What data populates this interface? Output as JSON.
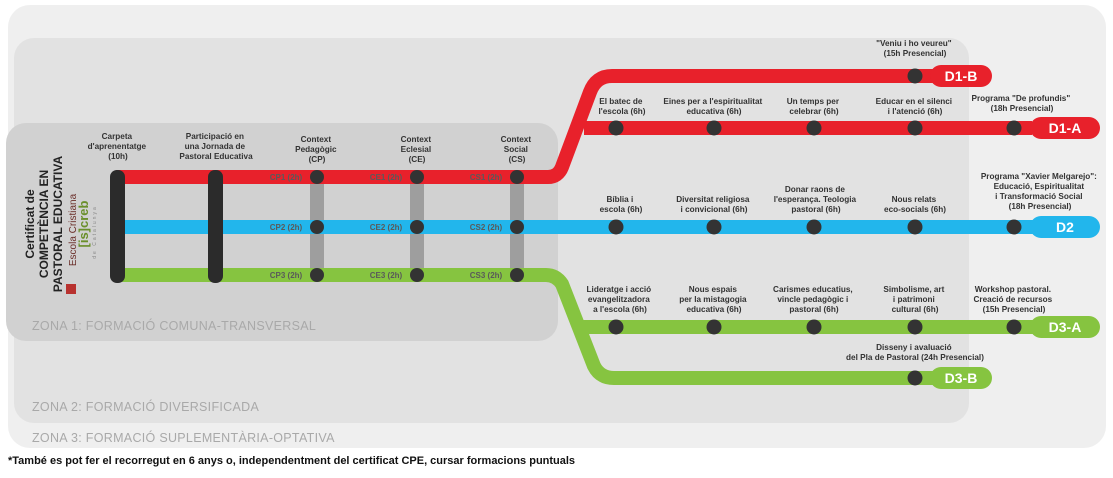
{
  "side_title": [
    "Certificat de",
    "COMPETÈNCIA EN",
    "PASTORAL EDUCATIVA"
  ],
  "logo": {
    "name": "Escola Cristiana",
    "brand": "[is]creb",
    "sub": "de Catalunya"
  },
  "zones": {
    "z1": "ZONA 1: FORMACIÓ COMUNA-TRANSVERSAL",
    "z2": "ZONA 2: FORMACIÓ DIVERSIFICADA",
    "z3": "ZONA 3: FORMACIÓ SUPLEMENTÀRIA-OPTATIVA"
  },
  "zone1_headers": [
    [
      "Carpeta",
      "d'aprenentatge",
      "(10h)"
    ],
    [
      "Participació en",
      "una Jornada de",
      "Pastoral Educativa"
    ],
    [
      "Context",
      "Pedagògic",
      "(CP)"
    ],
    [
      "Context",
      "Eclesial",
      "(CE)"
    ],
    [
      "Context",
      "Social",
      "(CS)"
    ]
  ],
  "line_codes": {
    "red": [
      "CP1 (2h)",
      "CE1 (2h)",
      "CS1 (2h)"
    ],
    "blue": [
      "CP2 (2h)",
      "CE2 (2h)",
      "CS2 (2h)"
    ],
    "green": [
      "CP3 (2h)",
      "CE3 (2h)",
      "CS3 (2h)"
    ]
  },
  "d1b": {
    "label": [
      "\"Veniu i ho veureu\"",
      "(15h Presencial)"
    ],
    "badge": "D1-B"
  },
  "d1a": {
    "stops": [
      [
        "El batec de",
        "l'escola (6h)"
      ],
      [
        "Eines per a l'espiritualitat",
        "educativa (6h)"
      ],
      [
        "Un temps per",
        "celebrar (6h)"
      ],
      [
        "Educar en el silenci",
        "i l'atenció (6h)"
      ],
      [
        "Programa \"De profundis\"",
        "(18h Presencial)"
      ]
    ],
    "badge": "D1-A"
  },
  "d2": {
    "stops": [
      [
        "Bíblia i",
        "escola (6h)"
      ],
      [
        "Diversitat religiosa",
        "i convicional (6h)"
      ],
      [
        "Donar raons de",
        "l'esperança. Teologia",
        "pastoral (6h)"
      ],
      [
        "Nous relats",
        "eco-socials (6h)"
      ],
      [
        "Programa \"Xavier Melgarejo\":",
        "Educació, Espiritualitat",
        "i Transformació Social",
        "(18h Presencial)"
      ]
    ],
    "badge": "D2"
  },
  "d3a": {
    "stops": [
      [
        "Lideratge i acció",
        "evangelitzadora",
        "a l'escola (6h)"
      ],
      [
        "Nous espais",
        "per la mistagogia",
        "educativa (6h)"
      ],
      [
        "Carismes educatius,",
        "vincle pedagògic i",
        "pastoral (6h)"
      ],
      [
        "Simbolisme, art",
        "i patrimoni",
        "cultural (6h)"
      ],
      [
        "Workshop pastoral.",
        "Creació de recursos",
        "(15h Presencial)"
      ]
    ],
    "badge": "D3-A"
  },
  "d3b": {
    "label": [
      "Disseny i avaluació",
      "del Pla de Pastoral (24h Presencial)"
    ],
    "badge": "D3-B"
  },
  "colors": {
    "red": "#e8212b",
    "blue": "#22b6ec",
    "green": "#86c440",
    "dark": "#2b2b2b",
    "grey_link": "#9e9e9e"
  },
  "footnote": "*També es pot fer el recorregut en 6 anys o, independentment del certificat CPE, cursar formacions puntuals"
}
